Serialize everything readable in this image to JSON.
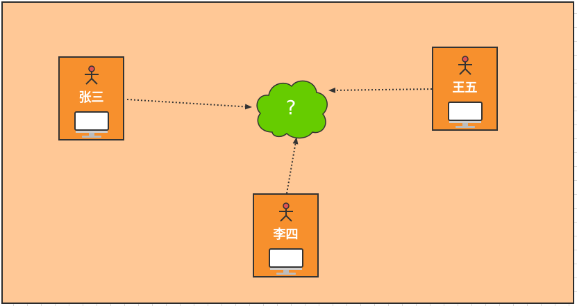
{
  "diagram": {
    "nodes": [
      {
        "id": "zhang",
        "name": "张三",
        "icons": [
          "person-icon",
          "monitor-icon"
        ]
      },
      {
        "id": "wang",
        "name": "王五",
        "icons": [
          "person-icon",
          "monitor-icon"
        ]
      },
      {
        "id": "li",
        "name": "李四",
        "icons": [
          "person-icon",
          "monitor-icon"
        ]
      }
    ],
    "cloud": {
      "label": "?",
      "icon": "cloud-icon"
    },
    "edges": [
      {
        "from": "zhang",
        "to": "cloud",
        "style": "dotted-arrow"
      },
      {
        "from": "wang",
        "to": "cloud",
        "style": "dotted-arrow"
      },
      {
        "from": "li",
        "to": "cloud",
        "style": "dotted-arrow"
      }
    ],
    "colors": {
      "canvas": "#ffc896",
      "node_fill": "#f7902d",
      "cloud_fill": "#66cc00",
      "border": "#333333",
      "head_accent": "#e05252"
    }
  }
}
